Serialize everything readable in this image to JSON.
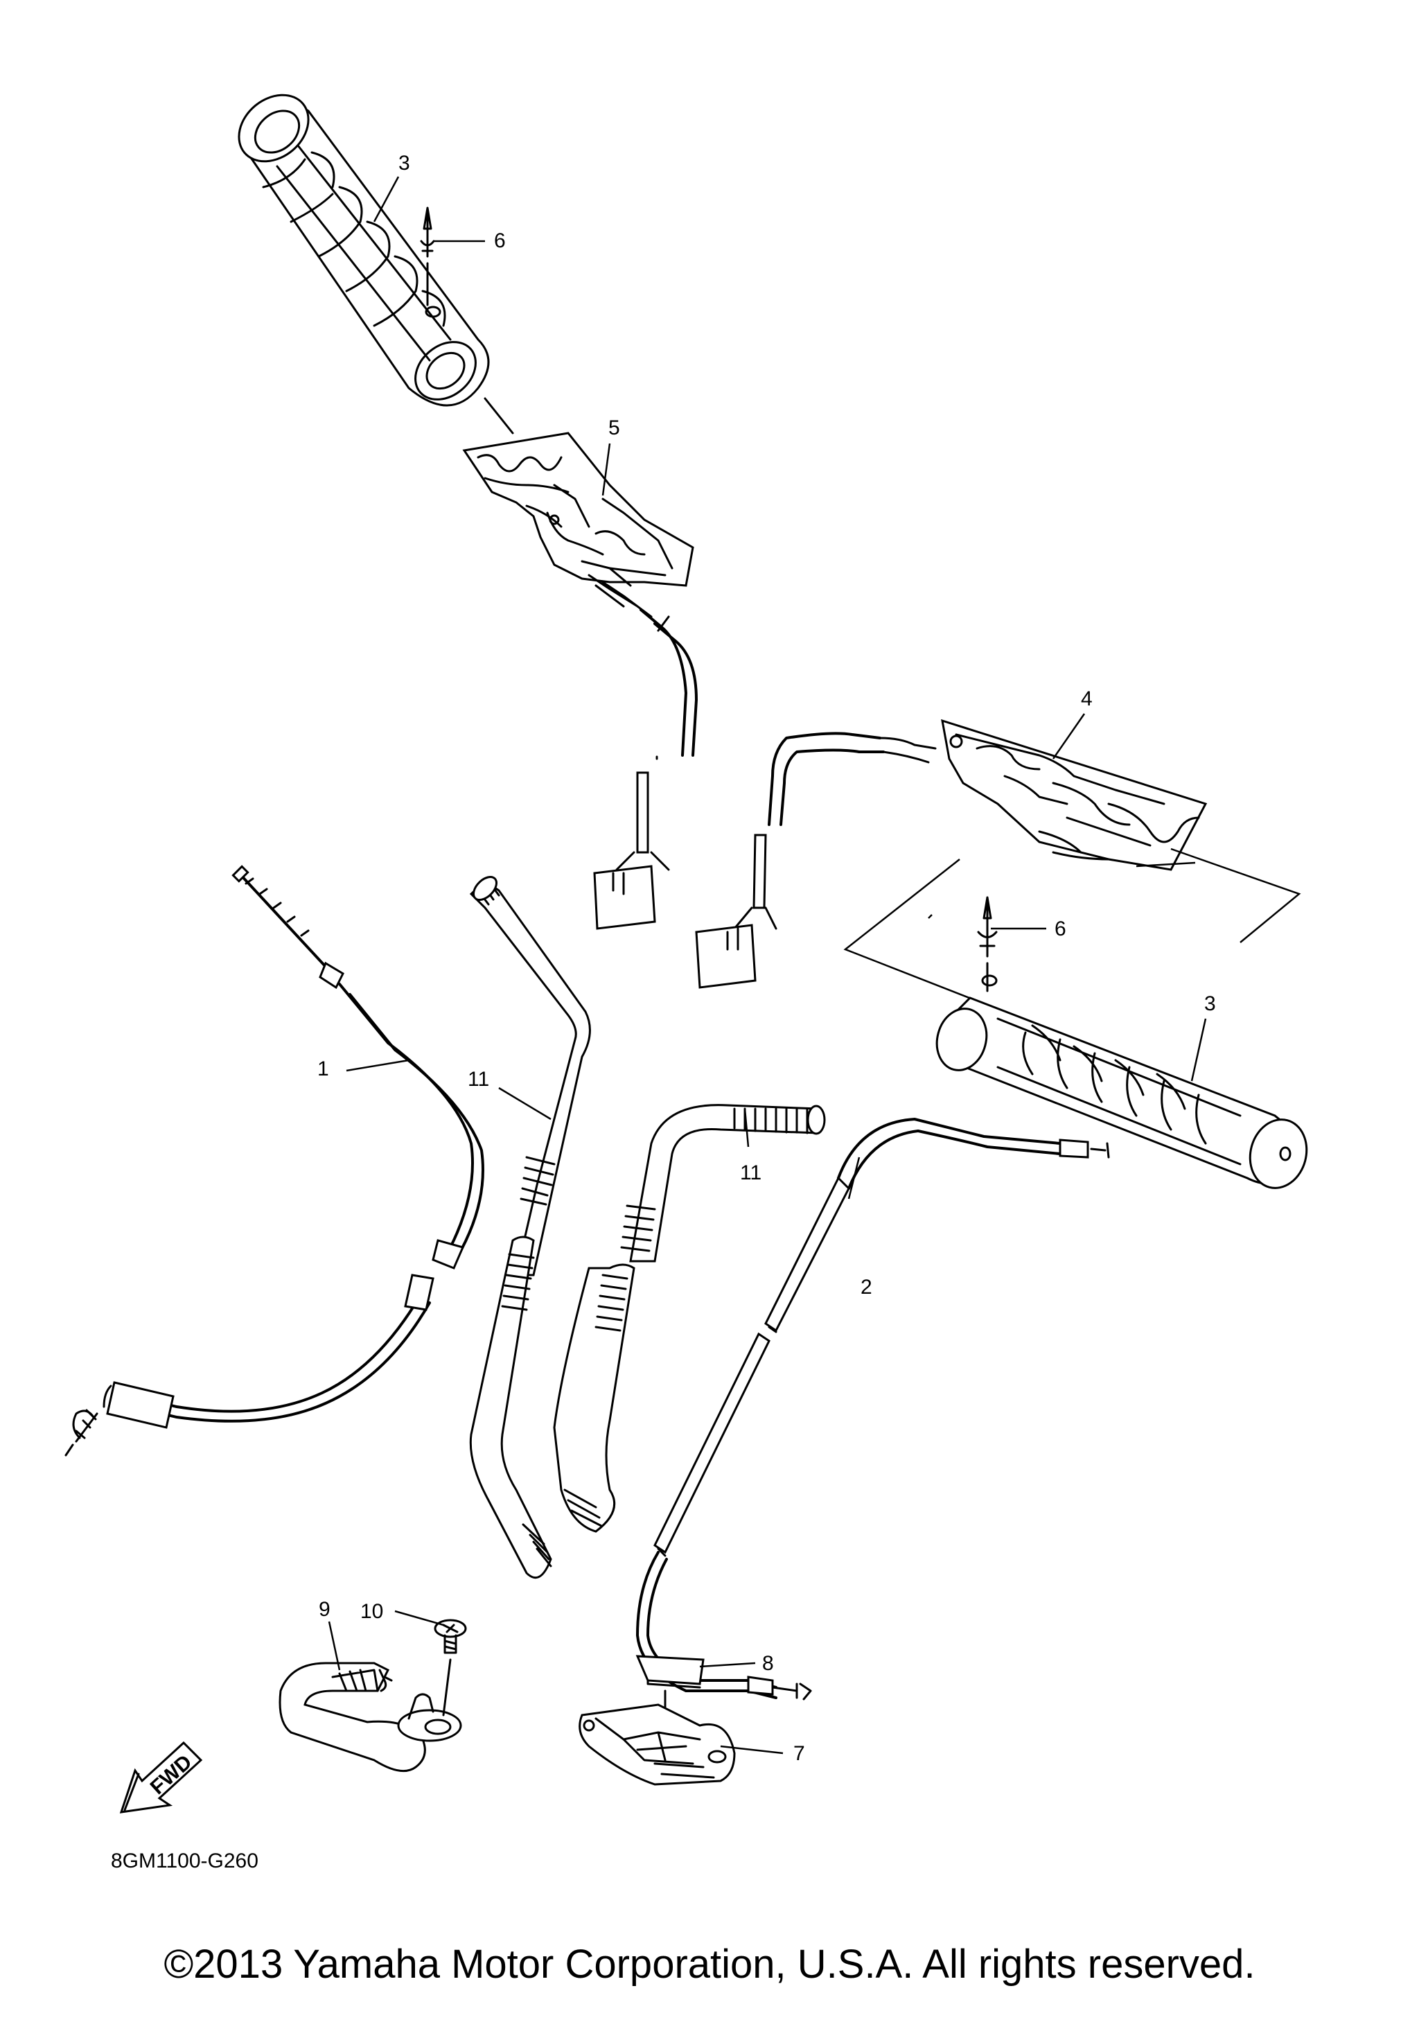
{
  "diagram": {
    "callouts": {
      "grip_left": "3",
      "grip_right": "3",
      "heater_left": "5",
      "heater_right": "4",
      "pin_top": "6",
      "pin_right": "6",
      "throttle_cable": "1",
      "cable_right": "2",
      "handlebar_left": "11",
      "handlebar_right": "11",
      "bracket_left": "9",
      "screw": "10",
      "pad": "8",
      "bracket_right": "7"
    },
    "direction_arrow_label": "FWD",
    "diagram_code": "8GM1100-G260"
  },
  "footer": {
    "copyright": "©2013 Yamaha Motor Corporation, U.S.A. All rights reserved."
  }
}
